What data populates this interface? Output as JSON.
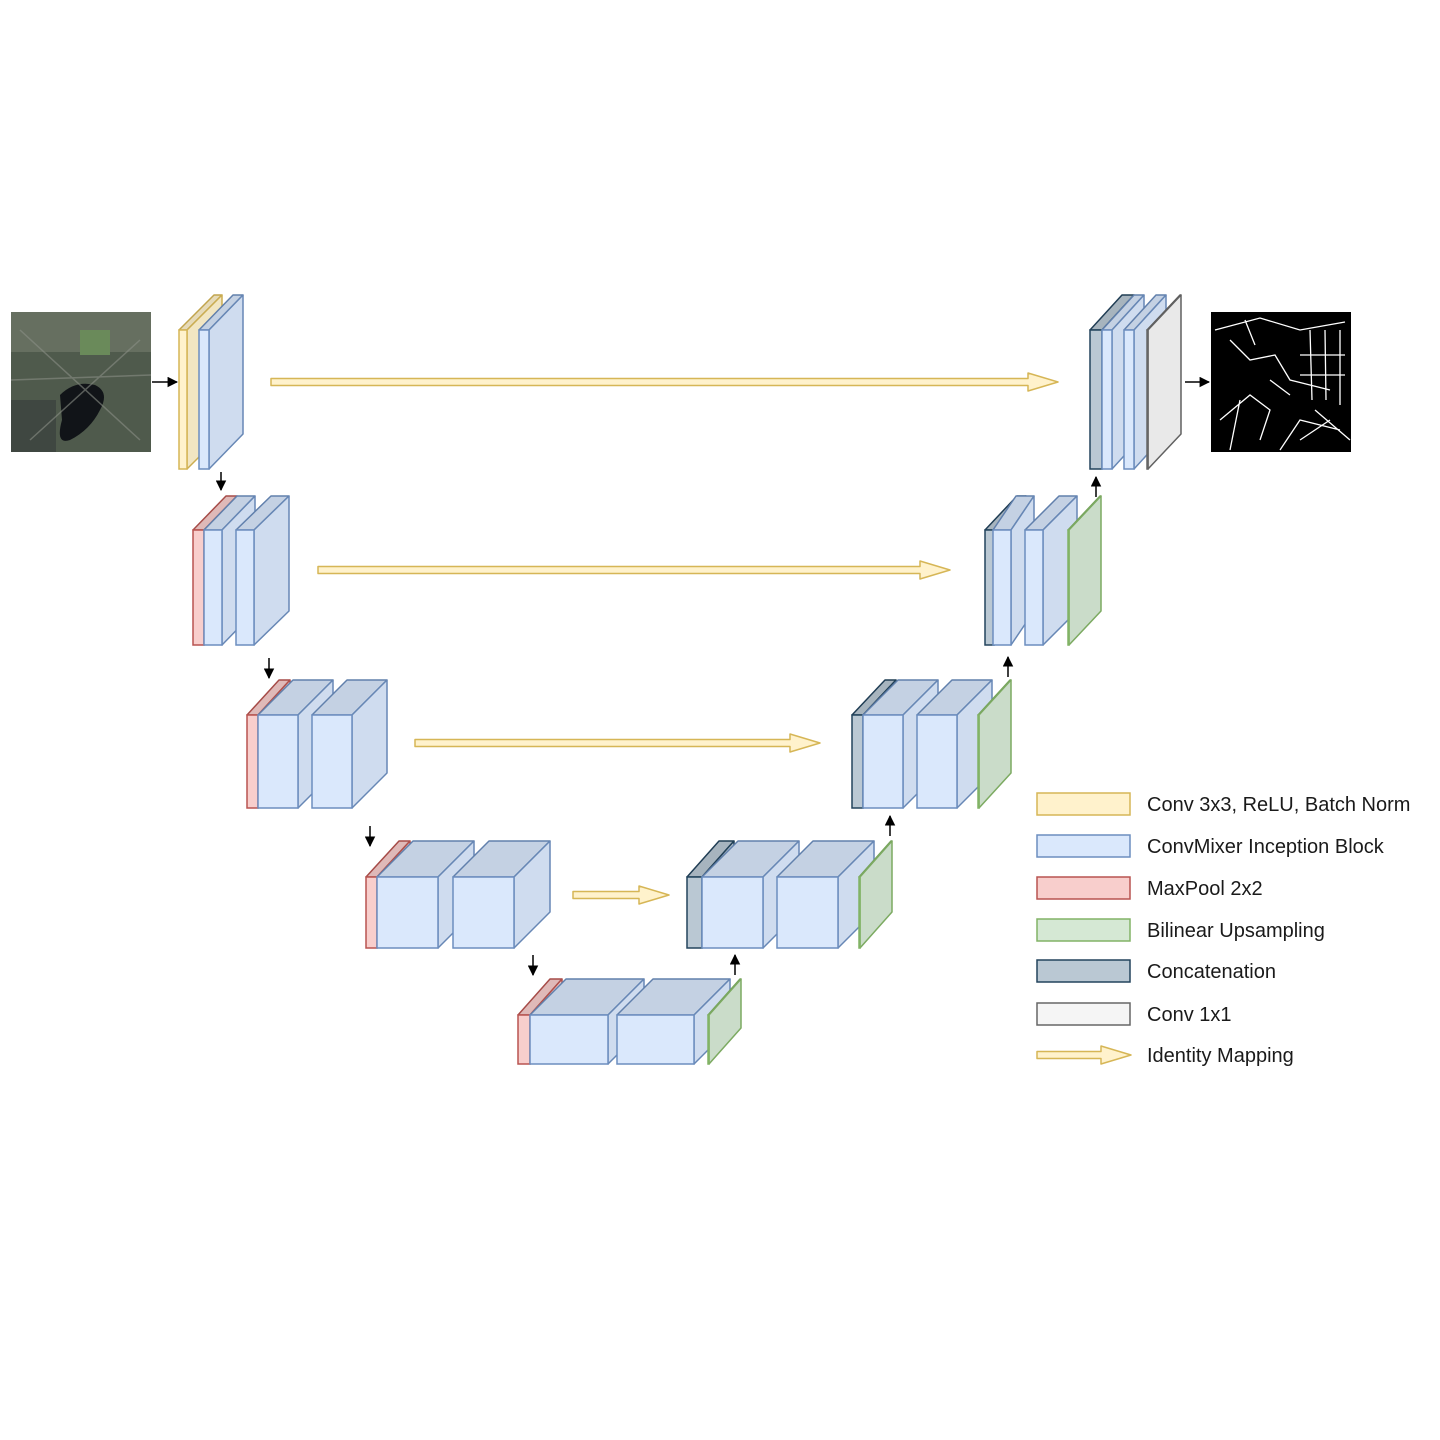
{
  "colors": {
    "conv3x3": {
      "fill": "#fff2cc",
      "stroke": "#d6b656"
    },
    "convmixer": {
      "fill": "#dae8fc",
      "stroke": "#6c8ebf"
    },
    "maxpool": {
      "fill": "#f8cecc",
      "stroke": "#b85450"
    },
    "upsample": {
      "fill": "#d5e8d4",
      "stroke": "#82b366"
    },
    "concat": {
      "fill": "#bac8d3",
      "stroke": "#23445d"
    },
    "conv1x1": {
      "fill": "#f5f5f5",
      "stroke": "#666666"
    },
    "identity": {
      "fill": "#fff2cc",
      "stroke": "#d6b656"
    }
  },
  "legend": [
    {
      "key": "conv3x3",
      "label": "Conv 3x3, ReLU, Batch Norm"
    },
    {
      "key": "convmixer",
      "label": "ConvMixer Inception Block"
    },
    {
      "key": "maxpool",
      "label": "MaxPool 2x2"
    },
    {
      "key": "upsample",
      "label": "Bilinear Upsampling"
    },
    {
      "key": "concat",
      "label": "Concatenation"
    },
    {
      "key": "conv1x1",
      "label": "Conv 1x1"
    },
    {
      "key": "identity",
      "label": "Identity Mapping"
    }
  ]
}
